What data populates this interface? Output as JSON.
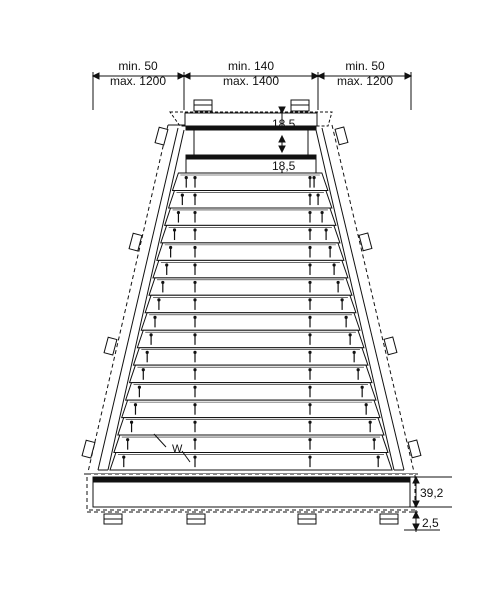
{
  "dimensions": {
    "left_min": "min. 50",
    "left_max": "max. 1200",
    "center_min": "min. 140",
    "center_max": "max. 1400",
    "right_min": "min. 50",
    "right_max": "max. 1200",
    "top_gap": "18,5",
    "second_gap": "18,5",
    "rail_height": "39,2",
    "rail_offset": "2,5"
  },
  "labels": {
    "cord_label": "W"
  },
  "counts": {
    "pleat_rows": 17,
    "cords_per_side": 2
  },
  "colors": {
    "line": "#111111",
    "background": "#ffffff"
  }
}
